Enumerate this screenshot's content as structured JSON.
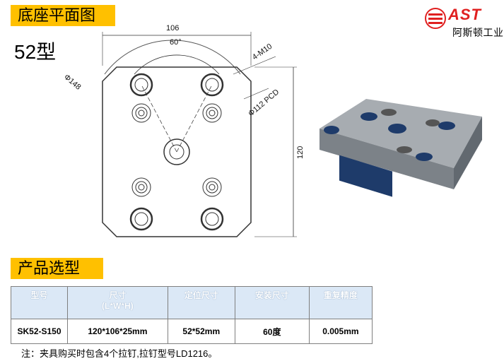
{
  "banners": {
    "plan": "底座平面图",
    "selection": "产品选型"
  },
  "model_type": "52型",
  "logo": {
    "brand": "AST",
    "name": "阿斯顿工业"
  },
  "drawing": {
    "dim_width": "106",
    "dim_height": "120",
    "angle": "60°",
    "thread": "4-M10",
    "diameter_outer": "Φ148",
    "pcd": "Φ112 PCD"
  },
  "table": {
    "headers": [
      "型号",
      "尺寸",
      "定位尺寸",
      "安装尺寸",
      "重复精度"
    ],
    "header_sub": "(L*W*H)",
    "row": [
      "SK52-S150",
      "120*106*25mm",
      "52*52mm",
      "60度",
      "0.005mm"
    ]
  },
  "note": "注：夹具购买时包含4个拉钉,拉钉型号LD1216。",
  "colors": {
    "banner": "#ffc000",
    "header_bg": "#dbe8f6",
    "brand_red": "#e02020"
  }
}
